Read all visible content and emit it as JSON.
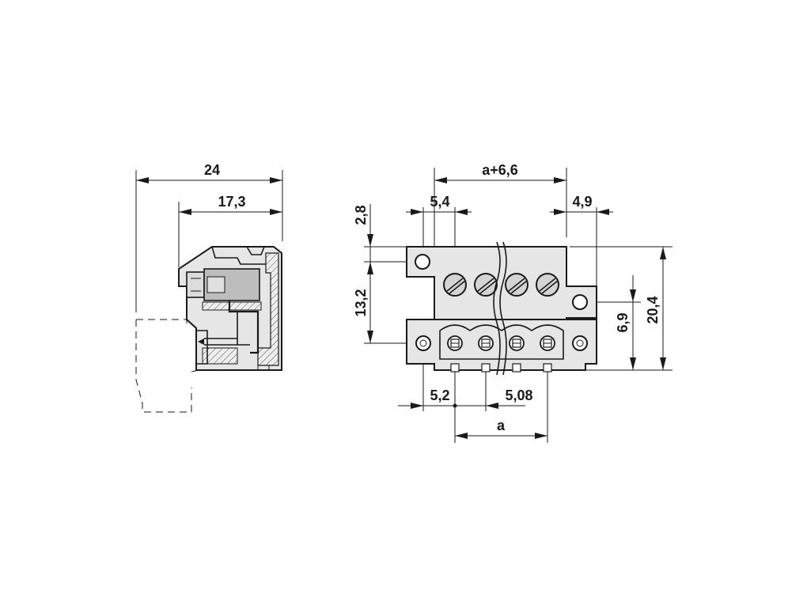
{
  "dimensions": {
    "side_overall_width": "24",
    "side_mating_depth": "17,3",
    "front_total_width": "a+6,6",
    "front_flange_offset": "5,4",
    "front_right_flange": "4,9",
    "front_top_offset": "2,8",
    "front_hole_height": "13,2",
    "front_screw_height": "6,9",
    "front_total_height": "20,4",
    "front_first_pitch_offset": "5,2",
    "front_pitch": "5,08",
    "front_span": "a"
  }
}
